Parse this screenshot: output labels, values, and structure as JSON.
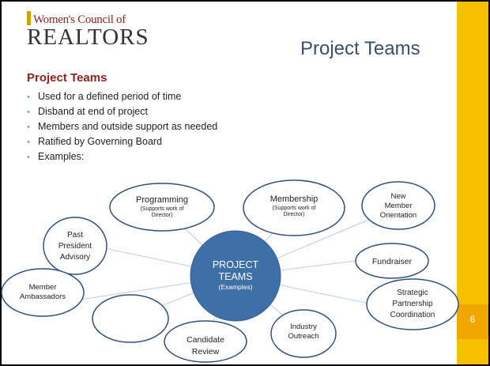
{
  "logo": {
    "top": "Women's Council of",
    "main": "REALTORS"
  },
  "title": "Project Teams",
  "subhead": "Project Teams",
  "bullets": [
    "Used for a defined period of time",
    "Disband at end of project",
    "Members and outside support as needed",
    "Ratified by Governing Board",
    "Examples:"
  ],
  "hub": {
    "line1": "PROJECT",
    "line2": "TEAMS",
    "line3": "(Examples)",
    "color": "#3e6fa6"
  },
  "bubbles": {
    "programming": {
      "line1": "Programming",
      "line2": "(Supports work of",
      "line3": "Director)"
    },
    "membership": {
      "line1": "Membership",
      "line2": "(Supports work of",
      "line3": "Director)"
    },
    "new_member": {
      "line1": "New",
      "line2": "Member",
      "line3": "Orientation"
    },
    "past_president": {
      "line1": "Past",
      "line2": "President",
      "line3": "Advisory"
    },
    "fundraiser": {
      "line1": "Fundraiser"
    },
    "ambassadors": {
      "line1": "Member",
      "line2": "Ambassadors"
    },
    "strategic": {
      "line1": "Strategic",
      "line2": "Partnership",
      "line3": "Coordination"
    },
    "industry": {
      "line1": "Industry",
      "line2": "Outreach"
    },
    "candidate": {
      "line1": "Candidate",
      "line2": "Review"
    }
  },
  "page_number": "6",
  "colors": {
    "accent_bar": "#f8c000",
    "title": "#3a4f6b",
    "subhead": "#8b2320",
    "bubble_border": "#2f4f7a"
  }
}
